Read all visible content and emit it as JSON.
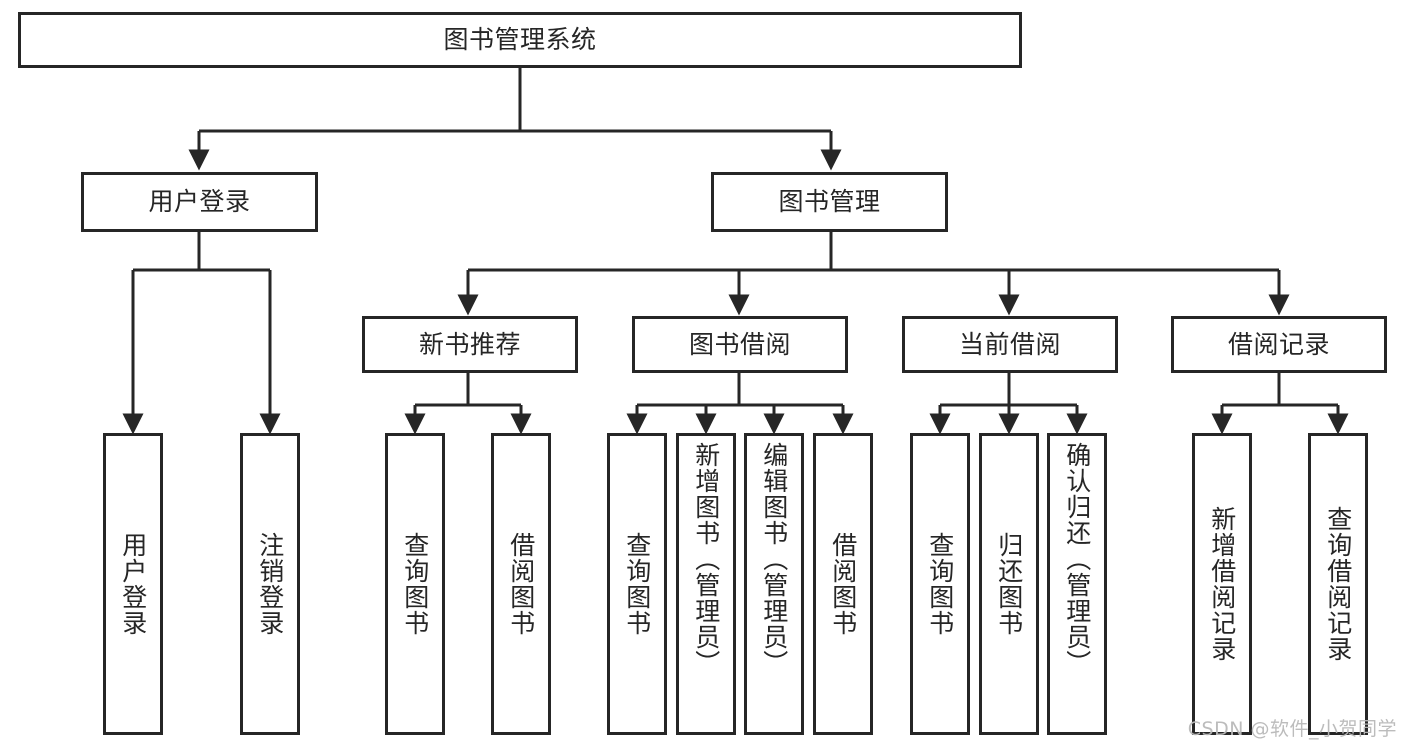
{
  "diagram": {
    "type": "tree-hierarchy",
    "title": "图书管理系统",
    "root": {
      "label": "图书管理系统"
    },
    "level2": [
      {
        "label": "用户登录"
      },
      {
        "label": "图书管理"
      }
    ],
    "level3": [
      {
        "label": "新书推荐"
      },
      {
        "label": "图书借阅"
      },
      {
        "label": "当前借阅"
      },
      {
        "label": "借阅记录"
      }
    ],
    "leaves": {
      "user_login": [
        {
          "label": "用户登录"
        },
        {
          "label": "注销登录"
        }
      ],
      "new_book_recommend": [
        {
          "label": "查询图书"
        },
        {
          "label": "借阅图书"
        }
      ],
      "book_borrow": [
        {
          "label": "查询图书"
        },
        {
          "label": "新增图书（管理员）"
        },
        {
          "label": "编辑图书（管理员）"
        },
        {
          "label": "借阅图书"
        }
      ],
      "current_borrow": [
        {
          "label": "查询图书"
        },
        {
          "label": "归还图书"
        },
        {
          "label": "确认归还（管理员）"
        }
      ],
      "borrow_records": [
        {
          "label": "新增借阅记录"
        },
        {
          "label": "查询借阅记录"
        }
      ]
    }
  },
  "watermark": {
    "text": "CSDN @软件_小贺同学"
  },
  "colors": {
    "stroke": "#262626",
    "fill": "#ffffff",
    "text": "#262626",
    "watermark": "#b9b9b9"
  }
}
